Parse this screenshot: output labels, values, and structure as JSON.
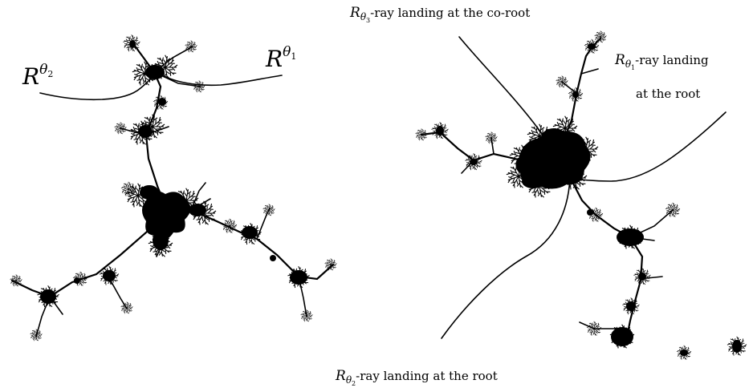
{
  "left_panel": {
    "ray_theta2": {
      "symbol": "R",
      "superscript": "θ",
      "sub_index": "2"
    },
    "ray_theta1": {
      "symbol": "R",
      "superscript": "θ",
      "sub_index": "1"
    }
  },
  "right_panel": {
    "label_theta3": {
      "symbol": "R",
      "sub": "θ",
      "sub_index": "3",
      "text": "-ray landing at the co-root"
    },
    "label_theta1": {
      "symbol": "R",
      "sub": "θ",
      "sub_index": "1",
      "line1": "-ray landing",
      "line2": "at the root"
    },
    "label_theta2": {
      "symbol": "R",
      "sub": "θ",
      "sub_index": "2",
      "text": "-ray landing at the root"
    }
  },
  "colors": {
    "set": "#000000",
    "background": "#ffffff",
    "ray": "#000000"
  }
}
